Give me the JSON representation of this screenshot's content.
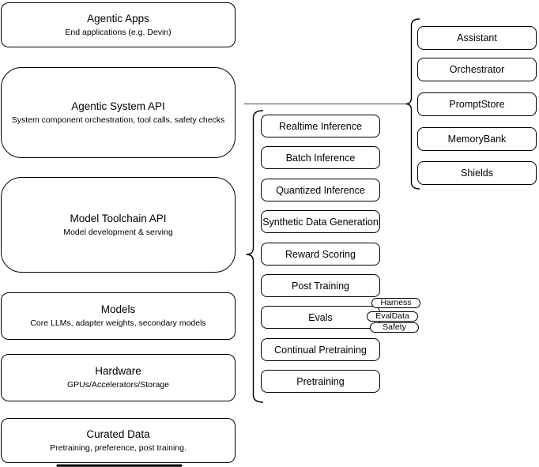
{
  "diagram": {
    "left_stack": [
      {
        "title": "Agentic Apps",
        "subtitle": "End applications (e.g. Devin)"
      },
      {
        "title": "Agentic System API",
        "subtitle": "System component orchestration, tool calls, safety checks"
      },
      {
        "title": "Model Toolchain API",
        "subtitle": "Model development & serving"
      },
      {
        "title": "Models",
        "subtitle": "Core LLMs, adapter weights, secondary models"
      },
      {
        "title": "Hardware",
        "subtitle": "GPUs/Accelerators/Storage"
      },
      {
        "title": "Curated Data",
        "subtitle": "Pretraining, preference, post training."
      }
    ],
    "toolchain_components": [
      "Realtime Inference",
      "Batch Inference",
      "Quantized Inference",
      "Synthetic Data Generation",
      "Reward Scoring",
      "Post Training",
      "Evals",
      "Continual Pretraining",
      "Pretraining"
    ],
    "eval_pills": [
      "Harness",
      "EvalData",
      "Safety"
    ],
    "agentic_components": [
      "Assistant",
      "Orchestrator",
      "PromptStore",
      "MemoryBank",
      "Shields"
    ],
    "colors": {
      "stroke": "#000000",
      "fill": "#ffffff",
      "connector_line": "#666666",
      "text": "#000000",
      "background": "#ffffff"
    }
  }
}
